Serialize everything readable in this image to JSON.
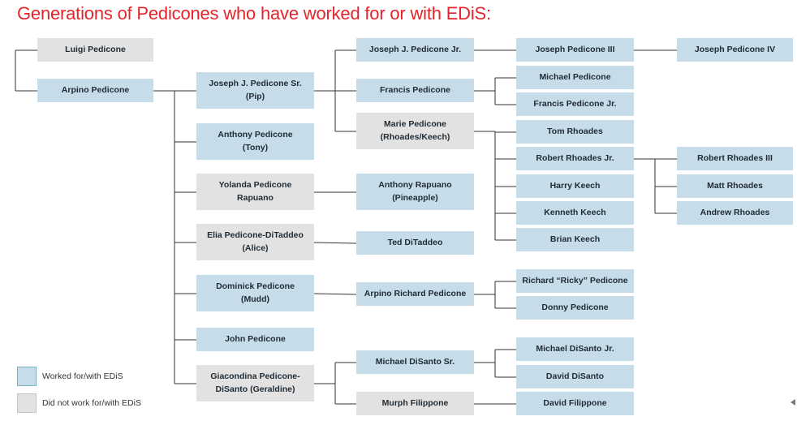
{
  "title": "Generations of Pedicones who have worked for or with EDiS:",
  "legend": {
    "worked": "Worked for/with EDiS",
    "not_worked": "Did not work for/with EDiS"
  },
  "colors": {
    "worked": "#c6dce9",
    "not_worked": "#e2e2e2",
    "title": "#e3242b",
    "line": "#333333"
  },
  "nodes": [
    {
      "id": "luigi",
      "lines": [
        "Luigi Pedicone"
      ],
      "status": "not_worked"
    },
    {
      "id": "arpino",
      "lines": [
        "Arpino Pedicone"
      ],
      "status": "worked"
    },
    {
      "id": "joseph_sr",
      "lines": [
        "Joseph J. Pedicone Sr.",
        "(Pip)"
      ],
      "status": "worked"
    },
    {
      "id": "anthony",
      "lines": [
        "Anthony Pedicone",
        "(Tony)"
      ],
      "status": "worked"
    },
    {
      "id": "yolanda",
      "lines": [
        "Yolanda Pedicone",
        "Rapuano"
      ],
      "status": "not_worked"
    },
    {
      "id": "elia",
      "lines": [
        "Elia Pedicone-DiTaddeo",
        "(Alice)"
      ],
      "status": "not_worked"
    },
    {
      "id": "dominick",
      "lines": [
        "Dominick Pedicone",
        "(Mudd)"
      ],
      "status": "worked"
    },
    {
      "id": "john",
      "lines": [
        "John Pedicone"
      ],
      "status": "worked"
    },
    {
      "id": "giacondina",
      "lines": [
        "Giacondina Pedicone-",
        "DiSanto (Geraldine)"
      ],
      "status": "not_worked"
    },
    {
      "id": "joseph_jr",
      "lines": [
        "Joseph J. Pedicone Jr."
      ],
      "status": "worked"
    },
    {
      "id": "francis",
      "lines": [
        "Francis Pedicone"
      ],
      "status": "worked"
    },
    {
      "id": "marie",
      "lines": [
        "Marie Pedicone",
        "(Rhoades/Keech)"
      ],
      "status": "not_worked"
    },
    {
      "id": "anthony_rapuano",
      "lines": [
        "Anthony Rapuano",
        "(Pineapple)"
      ],
      "status": "worked"
    },
    {
      "id": "ted",
      "lines": [
        "Ted DiTaddeo"
      ],
      "status": "worked"
    },
    {
      "id": "arpino_richard",
      "lines": [
        "Arpino Richard Pedicone"
      ],
      "status": "worked"
    },
    {
      "id": "michael_disanto_sr",
      "lines": [
        "Michael DiSanto Sr."
      ],
      "status": "worked"
    },
    {
      "id": "murph",
      "lines": [
        "Murph Filippone"
      ],
      "status": "not_worked"
    },
    {
      "id": "joseph_iii",
      "lines": [
        "Joseph Pedicone III"
      ],
      "status": "worked"
    },
    {
      "id": "michael_pedicone",
      "lines": [
        "Michael Pedicone"
      ],
      "status": "worked"
    },
    {
      "id": "francis_jr",
      "lines": [
        "Francis Pedicone Jr."
      ],
      "status": "worked"
    },
    {
      "id": "tom",
      "lines": [
        "Tom Rhoades"
      ],
      "status": "worked"
    },
    {
      "id": "robert_jr",
      "lines": [
        "Robert Rhoades Jr."
      ],
      "status": "worked"
    },
    {
      "id": "harry",
      "lines": [
        "Harry Keech"
      ],
      "status": "worked"
    },
    {
      "id": "kenneth",
      "lines": [
        "Kenneth Keech"
      ],
      "status": "worked"
    },
    {
      "id": "brian",
      "lines": [
        "Brian Keech"
      ],
      "status": "worked"
    },
    {
      "id": "ricky",
      "lines": [
        "Richard “Ricky” Pedicone"
      ],
      "status": "worked"
    },
    {
      "id": "donny",
      "lines": [
        "Donny Pedicone"
      ],
      "status": "worked"
    },
    {
      "id": "michael_disanto_jr",
      "lines": [
        "Michael DiSanto Jr."
      ],
      "status": "worked"
    },
    {
      "id": "david_disanto",
      "lines": [
        "David DiSanto"
      ],
      "status": "worked"
    },
    {
      "id": "david_filippone",
      "lines": [
        "David Filippone"
      ],
      "status": "worked"
    },
    {
      "id": "joseph_iv",
      "lines": [
        "Joseph Pedicone IV"
      ],
      "status": "worked"
    },
    {
      "id": "robert_iii",
      "lines": [
        "Robert Rhoades III"
      ],
      "status": "worked"
    },
    {
      "id": "matt",
      "lines": [
        "Matt Rhoades"
      ],
      "status": "worked"
    },
    {
      "id": "andrew",
      "lines": [
        "Andrew Rhoades"
      ],
      "status": "worked"
    }
  ],
  "edges": [
    {
      "from": "luigi",
      "to": [
        "arpino"
      ]
    },
    {
      "from": "arpino",
      "to": [
        "joseph_sr",
        "anthony",
        "yolanda",
        "elia",
        "dominick",
        "john",
        "giacondina"
      ]
    },
    {
      "from": "joseph_sr",
      "to": [
        "joseph_jr",
        "francis",
        "marie"
      ]
    },
    {
      "from": "yolanda",
      "to": [
        "anthony_rapuano"
      ]
    },
    {
      "from": "elia",
      "to": [
        "ted"
      ]
    },
    {
      "from": "dominick",
      "to": [
        "arpino_richard"
      ]
    },
    {
      "from": "giacondina",
      "to": [
        "michael_disanto_sr",
        "murph"
      ]
    },
    {
      "from": "joseph_jr",
      "to": [
        "joseph_iii"
      ]
    },
    {
      "from": "francis",
      "to": [
        "michael_pedicone",
        "francis_jr"
      ]
    },
    {
      "from": "marie",
      "to": [
        "tom",
        "robert_jr",
        "harry",
        "kenneth",
        "brian"
      ]
    },
    {
      "from": "arpino_richard",
      "to": [
        "ricky",
        "donny"
      ]
    },
    {
      "from": "michael_disanto_sr",
      "to": [
        "michael_disanto_jr",
        "david_disanto"
      ]
    },
    {
      "from": "murph",
      "to": [
        "david_filippone"
      ]
    },
    {
      "from": "joseph_iii",
      "to": [
        "joseph_iv"
      ]
    },
    {
      "from": "robert_jr",
      "to": [
        "robert_iii",
        "matt",
        "andrew"
      ]
    }
  ]
}
